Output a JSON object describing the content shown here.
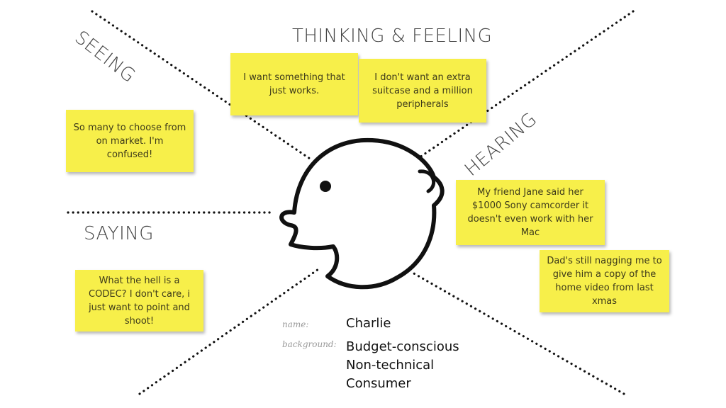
{
  "labels": {
    "seeing": "SEEING",
    "thinking_feeling": "THINKING & FEELING",
    "hearing": "HEARING",
    "saying": "SAYING"
  },
  "notes": {
    "thinking_1": "I want something that just works.",
    "thinking_2": "I don't want an extra suitcase and a million peripherals",
    "seeing_1": "So many to choose from on market. I'm confused!",
    "hearing_1": "My friend Jane said her $1000 Sony camcorder it doesn't even work with her Mac",
    "hearing_2": "Dad's still nagging me to give him a copy of the home video from last xmas",
    "saying_1": "What the hell is a CODEC? I don't care, i just want to point and shoot!"
  },
  "persona": {
    "name_label": "name:",
    "name_value": "Charlie",
    "background_label": "background:",
    "background_lines": [
      "Budget-conscious",
      "Non-technical",
      "Consumer"
    ]
  },
  "colors": {
    "sticky_note": "#f7ef4a",
    "line": "#111111"
  },
  "icons": [
    "head-icon"
  ]
}
